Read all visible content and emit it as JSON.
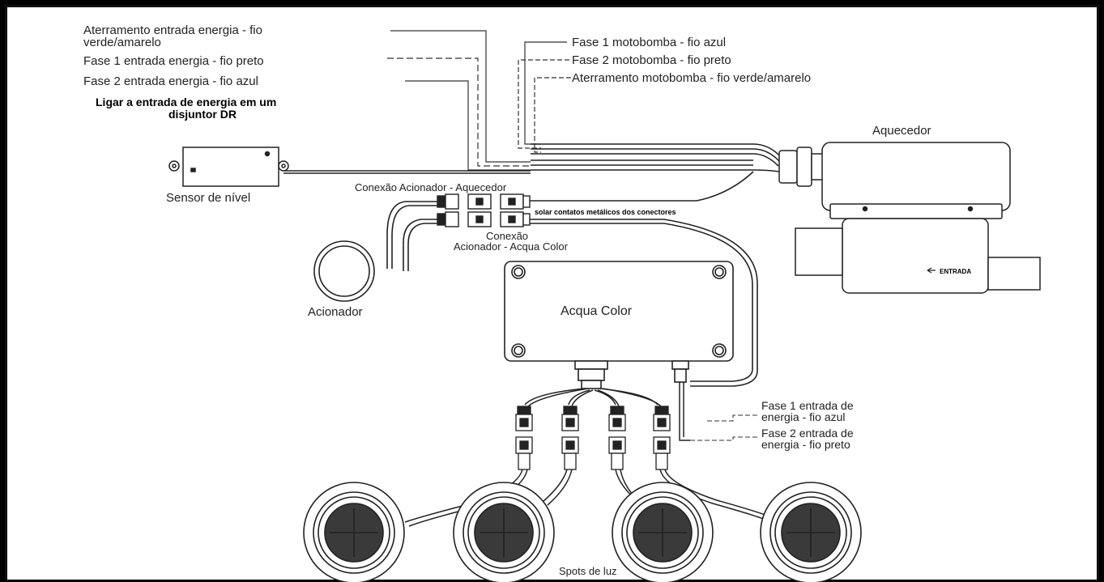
{
  "labels": {
    "ground_in_1": "Aterramento entrada energia - fio",
    "ground_in_2": "verde/amarelo",
    "phase1_in": "Fase 1 entrada energia - fio preto",
    "phase2_in": "Fase 2 entrada energia - fio azul",
    "dr_note_1": "Ligar a entrada de energia em um",
    "dr_note_2": "disjuntor DR",
    "pump_phase1": "Fase 1 motobomba - fio azul",
    "pump_phase2": "Fase 2 motobomba - fio preto",
    "pump_ground": "Aterramento motobomba - fio verde/amarelo",
    "heater": "Aquecedor",
    "level_sensor": "Sensor de nível",
    "conn_heater": "Conexão Acionador - Aquecedor",
    "solder_note": "solar contatos metálicos dos conectores",
    "conn_acqua_1": "Conexão",
    "conn_acqua_2": "Acionador - Acqua Color",
    "actuator": "Acionador",
    "acqua_color": "Acqua Color",
    "inlet": "ENTRADA",
    "ac_phase1_1": "Fase 1 entrada de",
    "ac_phase1_2": "energia - fio azul",
    "ac_phase2_1": "Fase 2 entrada de",
    "ac_phase2_2": "energia - fio preto",
    "spots": "Spots de luz"
  }
}
